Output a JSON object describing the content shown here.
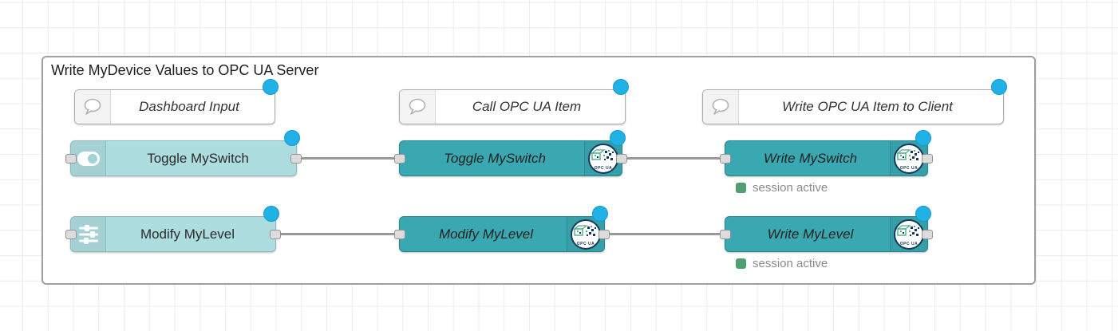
{
  "group": {
    "label": "Write MyDevice Values to OPC UA Server"
  },
  "comments": [
    {
      "label": "Dashboard Input"
    },
    {
      "label": "Call OPC UA Item"
    },
    {
      "label": "Write OPC UA Item to Client"
    }
  ],
  "nodes": [
    {
      "label": "Toggle MySwitch",
      "kind": "dashboard-switch",
      "icon": "toggle-on-icon"
    },
    {
      "label": "Modify MyLevel",
      "kind": "dashboard-slider",
      "icon": "sliders-icon"
    },
    {
      "label": "Toggle MySwitch",
      "kind": "opcua-item",
      "icon": "opcua-logo-icon"
    },
    {
      "label": "Modify MyLevel",
      "kind": "opcua-item",
      "icon": "opcua-logo-icon"
    },
    {
      "label": "Write MySwitch",
      "kind": "opcua-client",
      "icon": "opcua-logo-icon",
      "status": "session active"
    },
    {
      "label": "Write MyLevel",
      "kind": "opcua-client",
      "icon": "opcua-logo-icon",
      "status": "session active"
    }
  ],
  "opcua_logo_text": "OPC UA",
  "icons": {
    "comment": "speech-bubble-icon",
    "dashboard_switch": "toggle-on-icon",
    "dashboard_slider": "sliders-icon",
    "opcua": "opcua-logo-icon",
    "changed": "changed-dot-badge",
    "status": "status-square"
  },
  "colors": {
    "dashboard_node": "#aedde0",
    "opcua_node": "#3aa8b0",
    "changed_dot": "#22b1e7",
    "status_green": "#4f9f72",
    "wire": "#999999",
    "group_border": "#9f9f9f"
  }
}
